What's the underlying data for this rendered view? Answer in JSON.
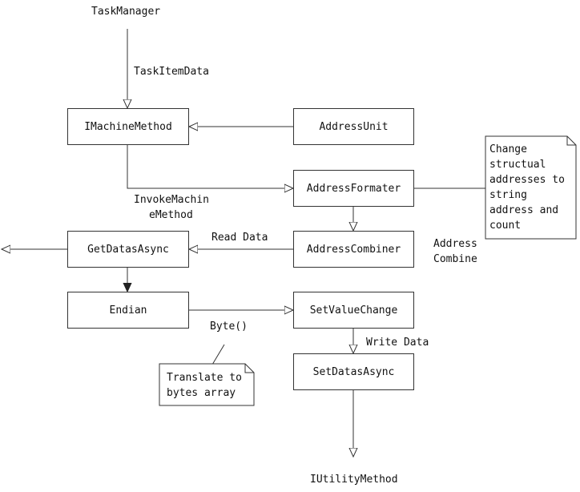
{
  "nodes": {
    "imachine": "IMachineMethod",
    "addressunit": "AddressUnit",
    "addressformater": "AddressFormater",
    "getdatas": "GetDatasAsync",
    "addresscombiner": "AddressCombiner",
    "endian": "Endian",
    "setvaluechange": "SetValueChange",
    "setdatas": "SetDatasAsync"
  },
  "labels": {
    "taskmanager": "TaskManager",
    "taskitemdata": "TaskItemData",
    "invoke_line1": "InvokeMachin",
    "invoke_line2": "eMethod",
    "readdata": "Read Data",
    "address_combine_1": "Address",
    "address_combine_2": "Combine",
    "byte": "Byte()",
    "writedata": "Write Data",
    "iutility": "IUtilityMethod"
  },
  "notes": {
    "change_structural": "Change\nstructual\naddresses to\nstring\naddress and\ncount",
    "translate": "Translate to\nbytes array"
  }
}
